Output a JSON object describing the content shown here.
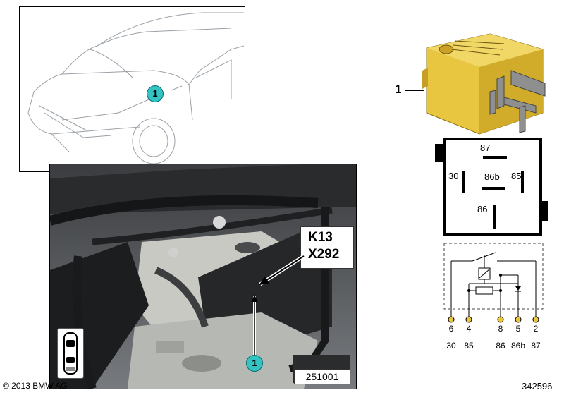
{
  "overview_callout": "1",
  "photo": {
    "label_line1": "K13",
    "label_line2": "X292",
    "callout": "1",
    "image_number": "251001"
  },
  "part_callout": "1",
  "socket_labels": {
    "p87": "87",
    "p30": "30",
    "p86b": "86b",
    "p85": "85",
    "p86": "86"
  },
  "pins": [
    "6",
    "4",
    "8",
    "5",
    "2"
  ],
  "terminals": [
    "30",
    "85",
    "86",
    "86b",
    "87"
  ],
  "copyright": "© 2013 BMW AG",
  "figure_id": "342596",
  "colors": {
    "relay_body": "#e8c640",
    "callout": "#34c3c3",
    "connector_circle": "#e8c640"
  }
}
